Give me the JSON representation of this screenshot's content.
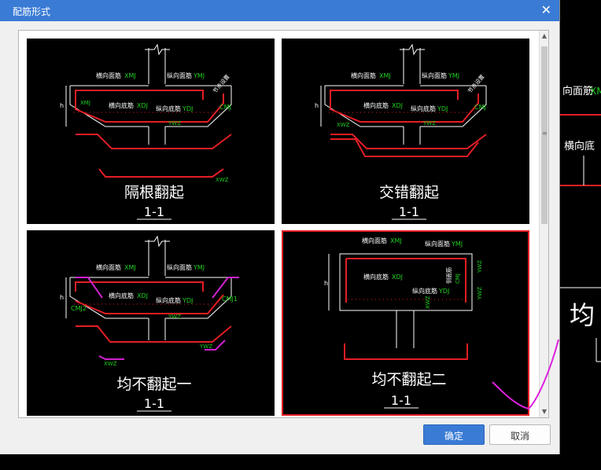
{
  "dialog": {
    "title": "配筋形式",
    "confirm_label": "确定",
    "cancel_label": "取消"
  },
  "options": [
    {
      "caption": "隔根翻起",
      "section": "1-1",
      "labels": {
        "hmj": "横向面筋",
        "hmj_code": "XMJ",
        "zmj": "纵向面筋",
        "zmj_code": "YMJ",
        "hdj": "横向底筋",
        "hdj_code": "XDJ",
        "zdj": "纵向底筋",
        "zdj_code": "YDJ",
        "note": "节点设置",
        "h": "h",
        "c1": "CMJ",
        "c2": "XMJ",
        "xwz": "XWZ",
        "ywz": "YWZ"
      }
    },
    {
      "caption": "交错翻起",
      "section": "1-1",
      "labels": {
        "hmj": "横向面筋",
        "hmj_code": "XMJ",
        "zmj": "纵向面筋",
        "zmj_code": "YMJ",
        "hdj": "横向底筋",
        "hdj_code": "XDJ",
        "zdj": "纵向底筋",
        "zdj_code": "YDJ",
        "note": "节点设置",
        "h": "h",
        "c1": "CMJ",
        "xwz": "XWZ",
        "ywz": "YWZ"
      }
    },
    {
      "caption": "均不翻起一",
      "section": "1-1",
      "labels": {
        "hmj": "横向面筋",
        "hmj_code": "XMJ",
        "zmj": "纵向面筋",
        "zmj_code": "YMJ",
        "hdj": "横向底筋",
        "hdj_code": "XDJ",
        "zdj": "纵向底筋",
        "zdj_code": "YDJ",
        "h": "h",
        "c1": "CMJ1",
        "c2": "CMJ2",
        "xwz": "XWZ",
        "ywz": "YWZ",
        "ywz2": "YWZ"
      }
    },
    {
      "caption": "均不翻起二",
      "section": "1-1",
      "labels": {
        "hmj": "横向面筋",
        "hmj_code": "XMJ",
        "zmj": "纵向面筋",
        "zmj_code": "YMJ",
        "hdj": "横向底筋",
        "hdj_code": "XDJ",
        "zdj": "纵向底筋",
        "zdj_code": "YDJ",
        "cmj": "侧面筋",
        "cmj_code": "CMJ",
        "h": "h",
        "xwz": "XWZ",
        "ywz": "YWZ",
        "ywz2": "YWZ"
      }
    }
  ],
  "background": {
    "text1": "向面筋",
    "text1_code": "XM",
    "text2": "横向底",
    "big": "均"
  }
}
